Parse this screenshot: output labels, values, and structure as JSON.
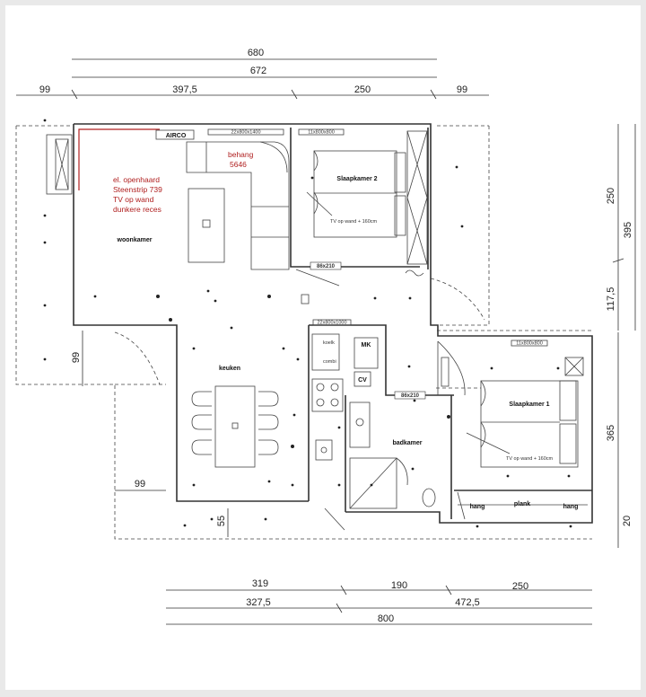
{
  "dimensions": {
    "top_680": "680",
    "top_672": "672",
    "top_99_left": "99",
    "top_397_5": "397,5",
    "top_250": "250",
    "top_99_right": "99",
    "right_250": "250",
    "right_395": "395",
    "right_117_5": "117,5",
    "right_365": "365",
    "right_20": "20",
    "left_99": "99",
    "inner_99": "99",
    "inner_55": "55",
    "bottom_319": "319",
    "bottom_190": "190",
    "bottom_250": "250",
    "bottom_327_5": "327,5",
    "bottom_472_5": "472,5",
    "bottom_800": "800"
  },
  "rooms": {
    "woonkamer": "woonkamer",
    "keuken": "keuken",
    "badkamer": "badkamer",
    "slaapkamer2": "Slaapkamer 2",
    "slaapkamer1": "Slaapkamer 1",
    "hang_left": "hang",
    "plank": "plank",
    "hang_right": "hang"
  },
  "labels": {
    "airco": "AIRCO",
    "mk": "MK",
    "cv": "CV",
    "door1": "86x210",
    "door2": "86x210",
    "tv_bed2": "TV op wand + 160cm",
    "tv_bed1": "TV op wand + 160cm",
    "win1": "22x800x1400",
    "win2": "11x800x800",
    "win3": "22x800x1000",
    "win4": "11x800x800"
  },
  "notes": {
    "line1": "el. openhaard",
    "line2": "Steenstrip 739",
    "line3": "TV op wand",
    "line4": "dunkere reces",
    "behang1": "behang",
    "behang2": "5646"
  },
  "colors": {
    "note_red": "#b02020",
    "line": "#333333"
  }
}
